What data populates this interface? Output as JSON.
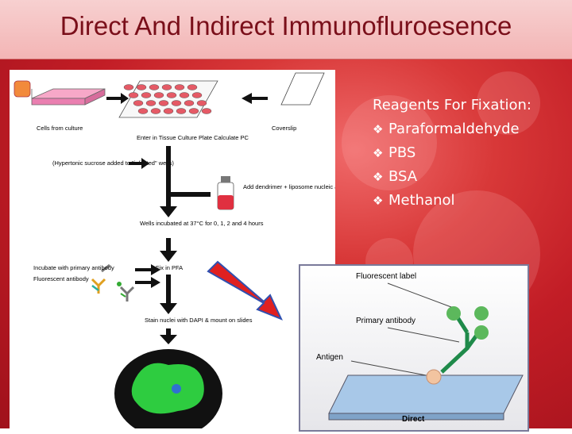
{
  "title": "Direct And Indirect Immunofluroesence",
  "reagents": {
    "heading": "Reagents  For Fixation:",
    "items": [
      "Paraformaldehyde",
      "PBS",
      "BSA",
      "Methanol"
    ]
  },
  "left_diagram": {
    "cells_label": "Cells from culture",
    "plate_label": "Enter in Tissue Culture Plate Calculate PC",
    "coverslip_label": "Coverslip",
    "hypertonic_label": "(Hypertonic sucrose added to \"infected\" wells)",
    "add_label": "Add dendrimer + liposome nucleic acid mixture",
    "incubate_label": "Wells incubated at 37°C for 0, 1, 2 and 4 hours",
    "fix_label": "Fix in PFA",
    "antibody_label": "Incubate with primary antibody",
    "secondary_label": "Fluorescent antibody",
    "stain_label": "Stain nuclei with DAPI & mount on slides"
  },
  "right_diagram": {
    "fluorescent_label": "Fluorescent label",
    "primary_label": "Primary antibody",
    "antigen_label": "Antigen",
    "direct_label": "Direct"
  },
  "colors": {
    "title_text": "#7a0f1a",
    "arrow_red": "#e02020",
    "antibody_green": "#1f8a4a",
    "label_green": "#5cb85c"
  }
}
